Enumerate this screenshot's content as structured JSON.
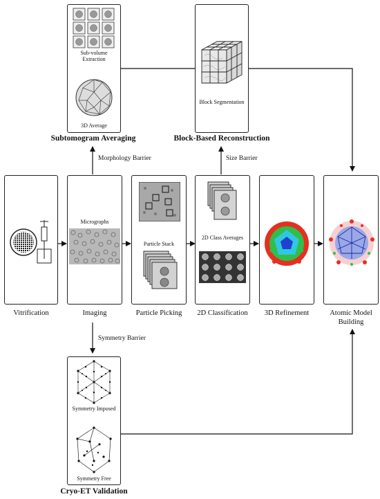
{
  "stages": {
    "vitrification": "Vitrification",
    "imaging": "Imaging",
    "particle_picking": "Particle Picking",
    "classification_2d": "2D Classification",
    "refinement_3d": "3D Refinement",
    "atomic_model": "Atomic Model\nBuilding"
  },
  "imaging_inner": {
    "micrographs": "Micrographs"
  },
  "picking_inner": {
    "particle_stack": "Particle Stack"
  },
  "class_inner": {
    "class_averages": "2D Class Averages"
  },
  "subtomogram": {
    "title": "Subtomogram Averaging",
    "extraction": "Sub-volume\nExtraction",
    "average": "3D Average"
  },
  "block": {
    "title": "Block-Based Reconstruction",
    "segmentation": "Block Segmentation"
  },
  "cryo_et": {
    "title": "Cryo-ET Validation",
    "imposed": "Symmetry Imposed",
    "free": "Symmetry Free"
  },
  "barriers": {
    "morphology": "Morphology Barrier",
    "size": "Size Barrier",
    "symmetry": "Symmetry Barrier"
  },
  "colors": {
    "line": "#111111",
    "map_red": "#e53020",
    "map_green": "#2fbf4a",
    "map_cyan": "#30c8e0",
    "map_blue": "#2040d0"
  }
}
